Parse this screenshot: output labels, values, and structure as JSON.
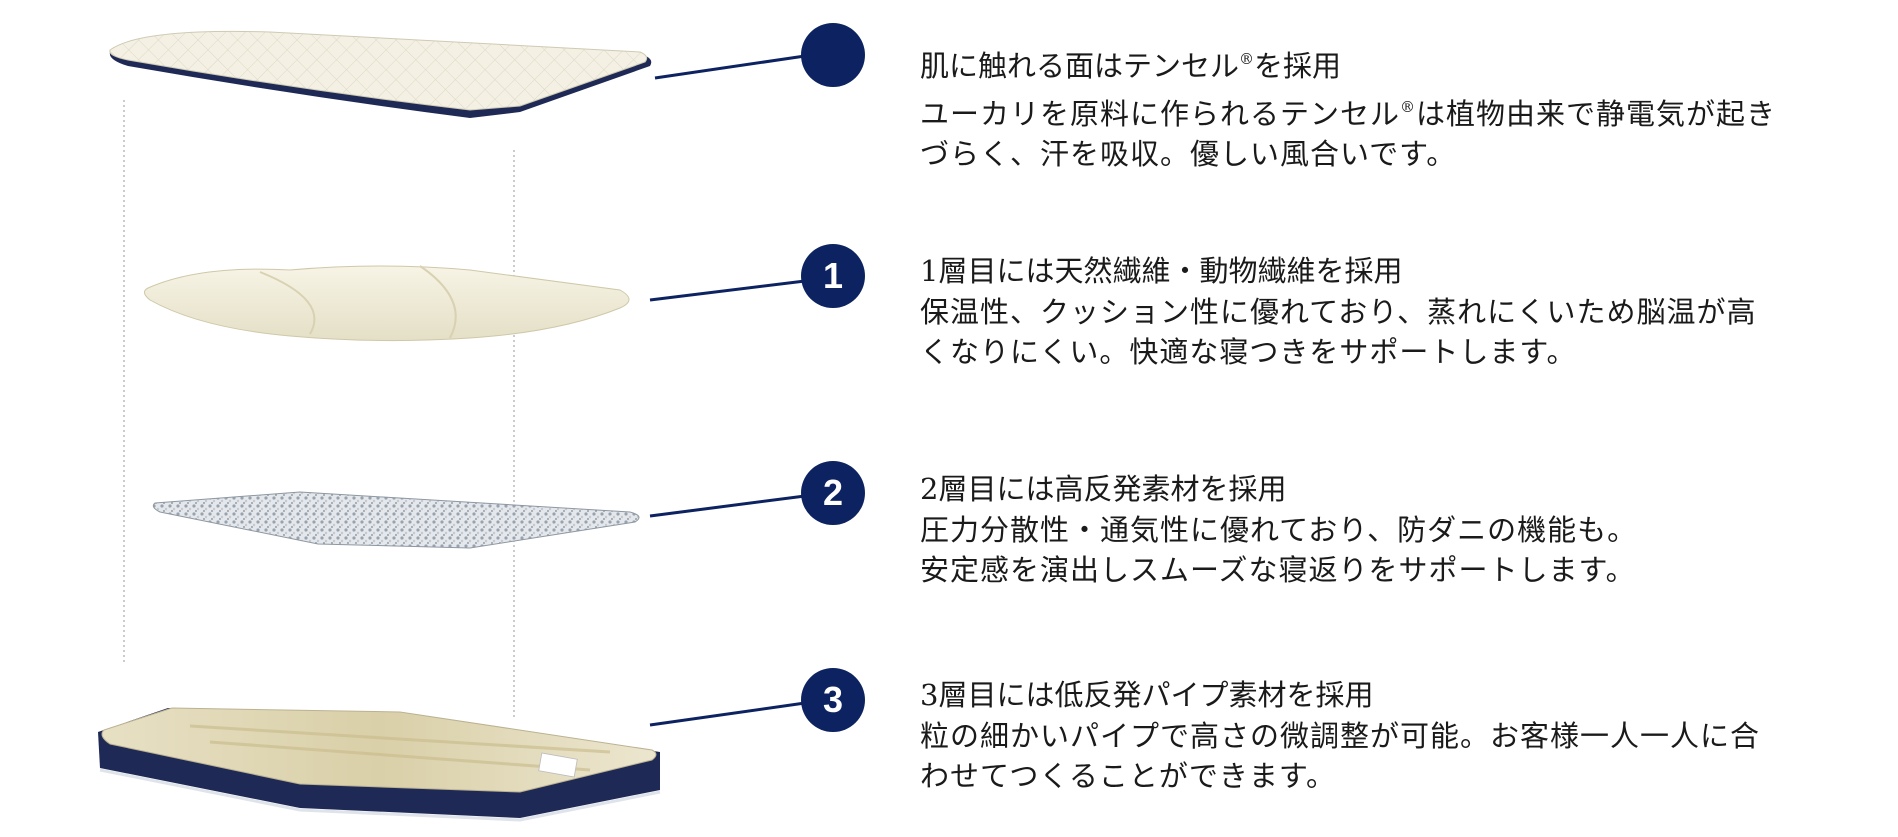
{
  "colors": {
    "marker": "#0d2361",
    "connector": "#0d2361",
    "guide": "#aaaaaa",
    "fabric": "#f3f0e2",
    "base": "#1e2a55"
  },
  "layers": [
    {
      "marker_icon": "blank-circle",
      "title_pre": "肌に触れる面はテンセル",
      "title_reg": "®",
      "title_post": "を採用",
      "desc_line1_pre": "ユーカリを原料に作られるテンセル",
      "desc_line1_reg": "®",
      "desc_line1_post": "は植物由来で静電気が起き",
      "desc_line2": "づらく、汗を吸収。優しい風合いです。"
    },
    {
      "marker": "1",
      "title": "1層目には天然繊維・動物繊維を採用",
      "desc": [
        "保温性、クッション性に優れており、蒸れにくいため脳温が高",
        "くなりにくい。快適な寝つきをサポートします。"
      ]
    },
    {
      "marker": "2",
      "title": "2層目には高反発素材を採用",
      "desc": [
        "圧力分散性・通気性に優れており、防ダニの機能も。",
        "安定感を演出しスムーズな寝返りをサポートします。"
      ]
    },
    {
      "marker": "3",
      "title": "3層目には低反発パイプ素材を採用",
      "desc": [
        "粒の細かいパイプで高さの微調整が可能。お客様一人一人に合",
        "わせてつくることができます。"
      ]
    }
  ]
}
